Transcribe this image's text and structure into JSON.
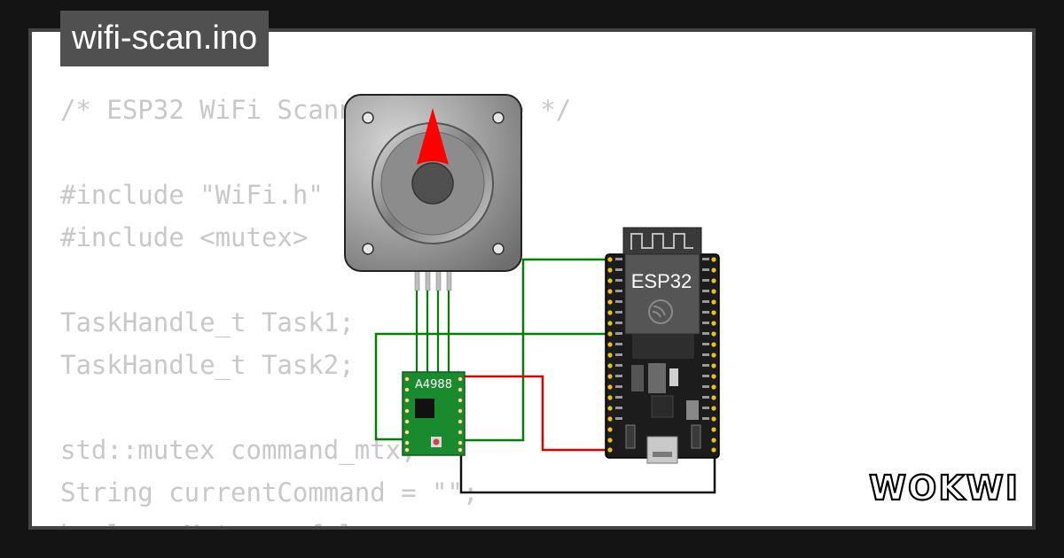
{
  "project": {
    "filename": "wifi-scan.ino"
  },
  "code_lines": [
    "/* ESP32 WiFi Scanning example */",
    "",
    "#include \"WiFi.h\"",
    "#include <mutex>",
    "",
    "TaskHandle_t Task1;",
    "TaskHandle_t Task2;",
    "",
    "std::mutex command_mtx;",
    "String currentCommand = \"\";",
    "bool newMutex = false;"
  ],
  "components": {
    "esp32_label": "ESP32",
    "driver_label": "A4988"
  },
  "brand": {
    "name": "WOKWI"
  },
  "colors": {
    "wire_green": "#008000",
    "wire_red": "#dd0000",
    "wire_black": "#111111",
    "pcb_green": "#1a8a2e",
    "needle_red": "#ff0000"
  }
}
